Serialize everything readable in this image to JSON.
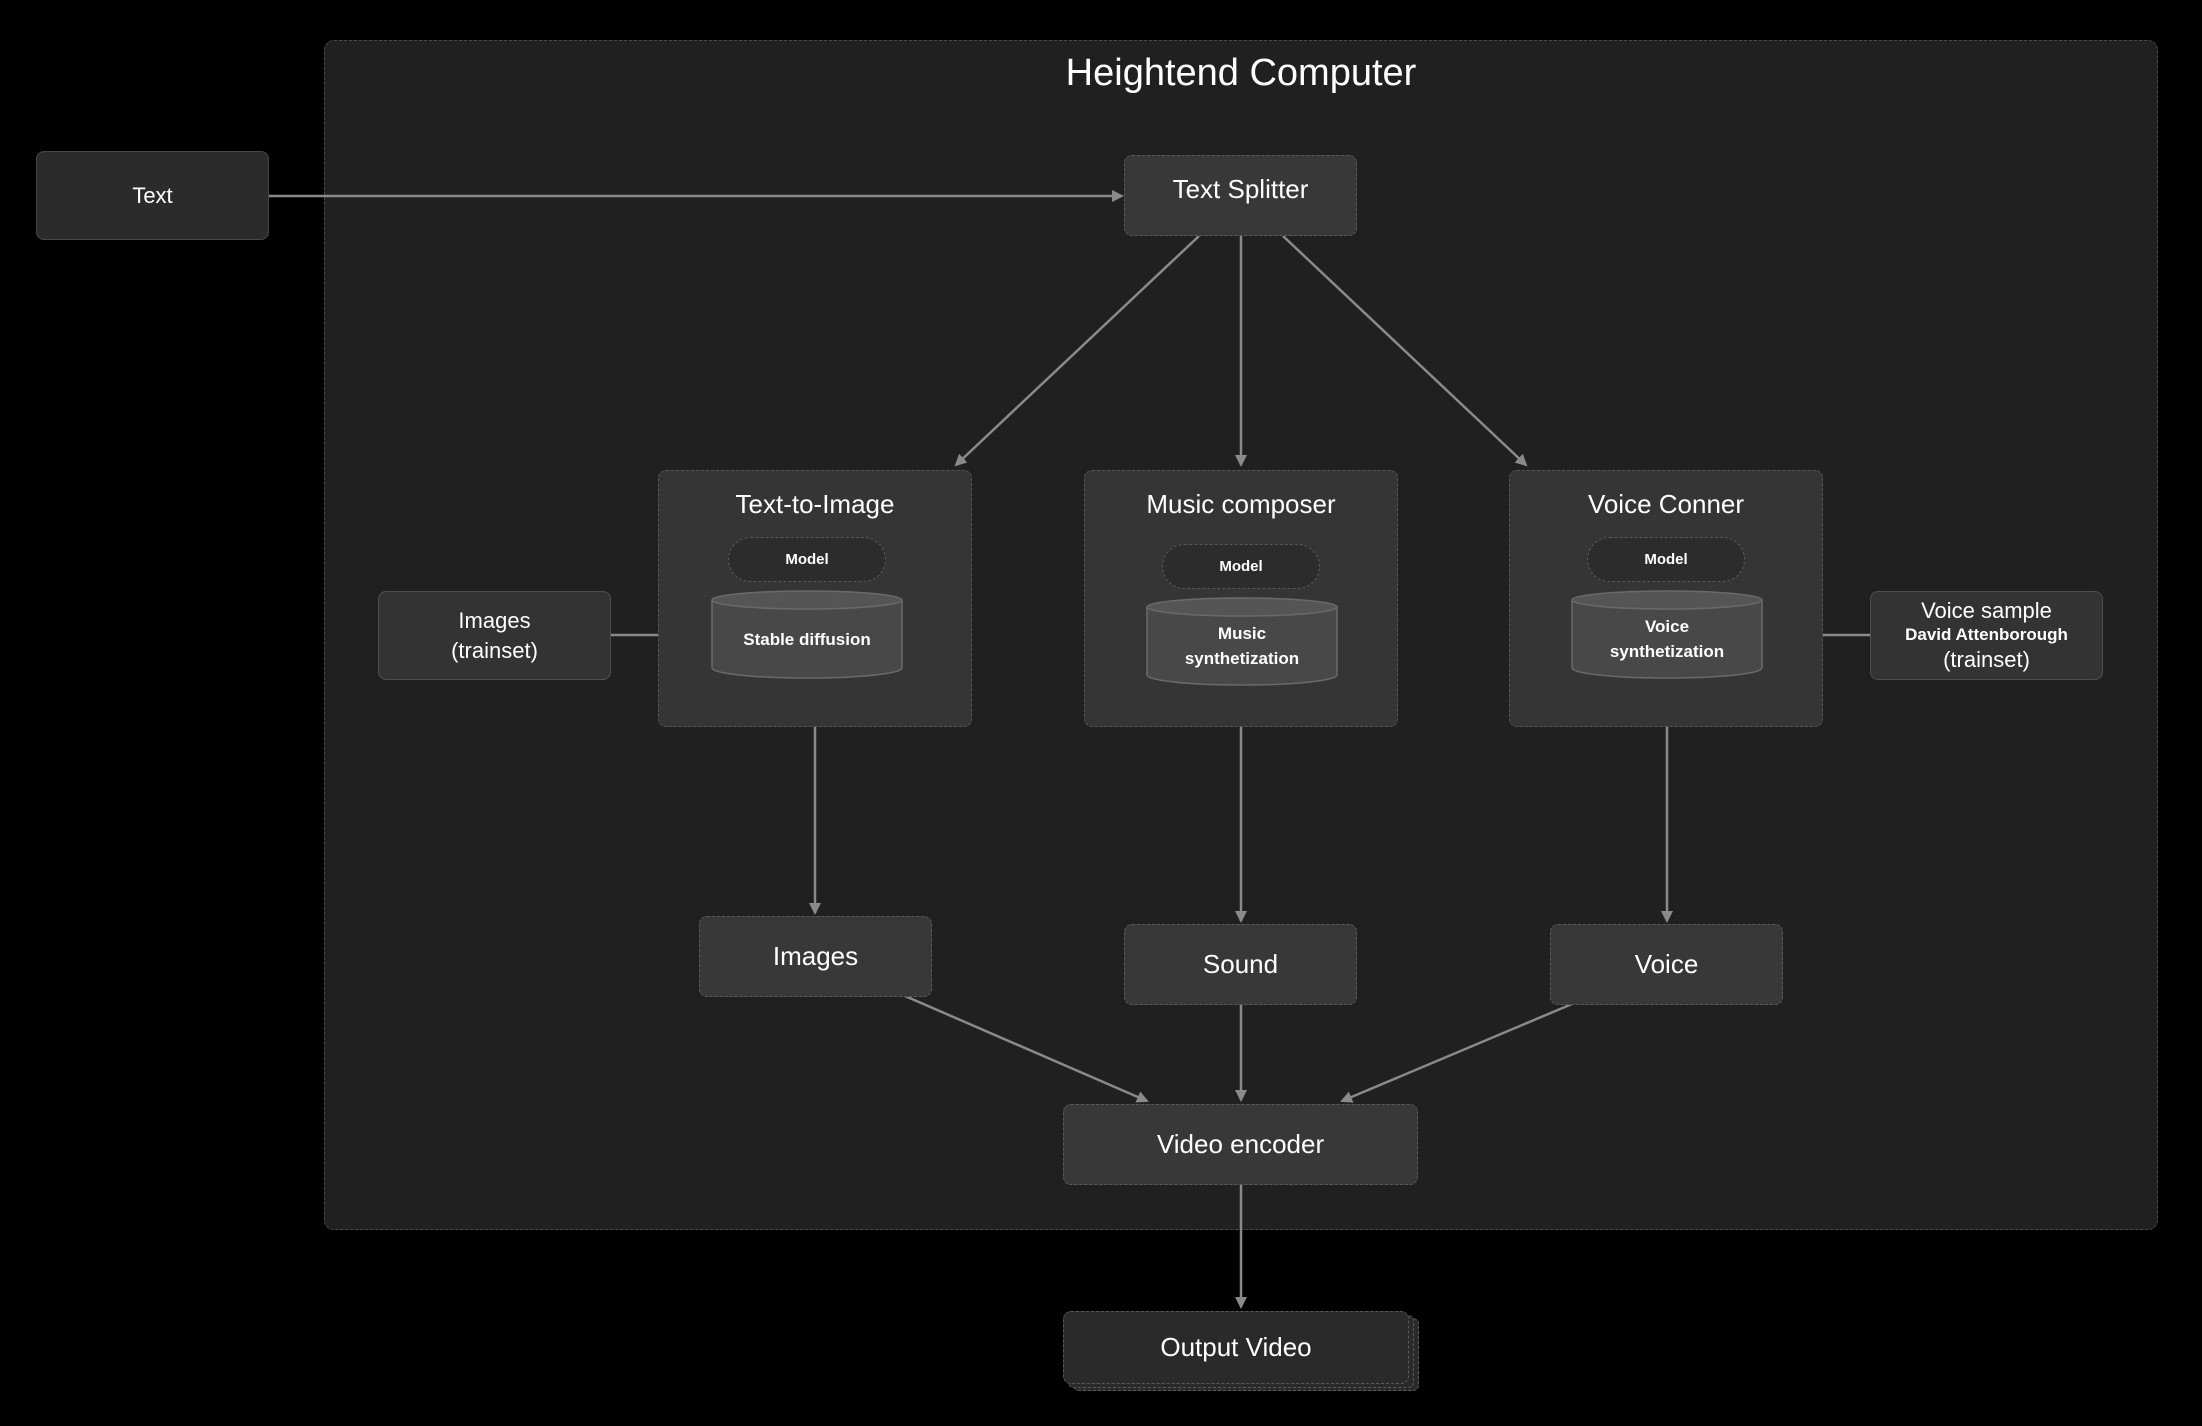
{
  "container_title": "Heightend Computer",
  "nodes": {
    "text_input": "Text",
    "text_splitter": "Text Splitter",
    "images_trainset": {
      "line1": "Images",
      "line2": "(trainset)"
    },
    "voice_sample": {
      "line1": "Voice sample",
      "line2": "David Attenborough",
      "line3": "(trainset)"
    },
    "images_out": "Images",
    "sound_out": "Sound",
    "voice_out": "Voice",
    "video_encoder": "Video encoder",
    "output_video": "Output Video"
  },
  "groups": {
    "text_to_image": {
      "title": "Text-to-Image",
      "model_label": "Model",
      "model_name": "Stable diffusion"
    },
    "music_composer": {
      "title": "Music composer",
      "model_label": "Model",
      "model_name_line1": "Music",
      "model_name_line2": "synthetization"
    },
    "voice_conner": {
      "title": "Voice Conner",
      "model_label": "Model",
      "model_name_line1": "Voice",
      "model_name_line2": "synthetization"
    }
  },
  "colors": {
    "background": "#000000",
    "container": "#202020",
    "node": "#383838",
    "edge": "#8a8a8a"
  }
}
